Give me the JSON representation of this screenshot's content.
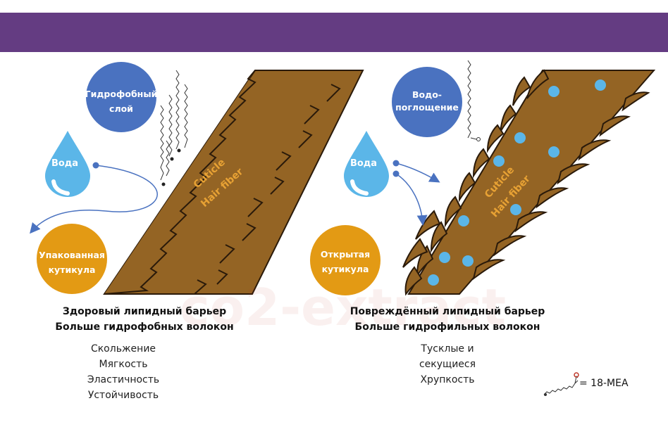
{
  "left": {
    "bubble_hydrophobic": "Гидрофобный слой",
    "bubble_hydrophobic_l1": "Гидрофобный",
    "bubble_hydrophobic_l2": "слой",
    "drop_label": "Вода",
    "bubble_cuticle_l1": "Упакованная",
    "bubble_cuticle_l2": "кутикула",
    "fiber_l1": "Cuticle",
    "fiber_l2": "Hair fiber",
    "caption_l1": "Здоровый липидный барьер",
    "caption_l2": "Больше гидрофобных волокон",
    "properties": [
      "Скольжение",
      "Мягкость",
      "Эластичность",
      "Устойчивость"
    ]
  },
  "right": {
    "bubble_absorb_l1": "Водо-",
    "bubble_absorb_l2": "поглощение",
    "drop_label": "Вода",
    "bubble_cuticle_l1": "Открытая",
    "bubble_cuticle_l2": "кутикула",
    "fiber_l1": "Cuticle",
    "fiber_l2": "Hair fiber",
    "caption_l1": "Повреждённый липидный барьер",
    "caption_l2": "Больше гидрофильных волокон",
    "properties": [
      "Тусклые и",
      "секущиеся",
      "Хрупкость"
    ]
  },
  "legend_label": "= 18-MEA",
  "watermark": "co2-extract",
  "colors": {
    "header": "#643c82",
    "blue_bubble": "#4a72c0",
    "orange_bubble": "#e39a14",
    "water": "#5bb6e8",
    "fiber": "#946424",
    "fiber_dark": "#2a1a0a",
    "fiber_text": "#e8a234"
  }
}
